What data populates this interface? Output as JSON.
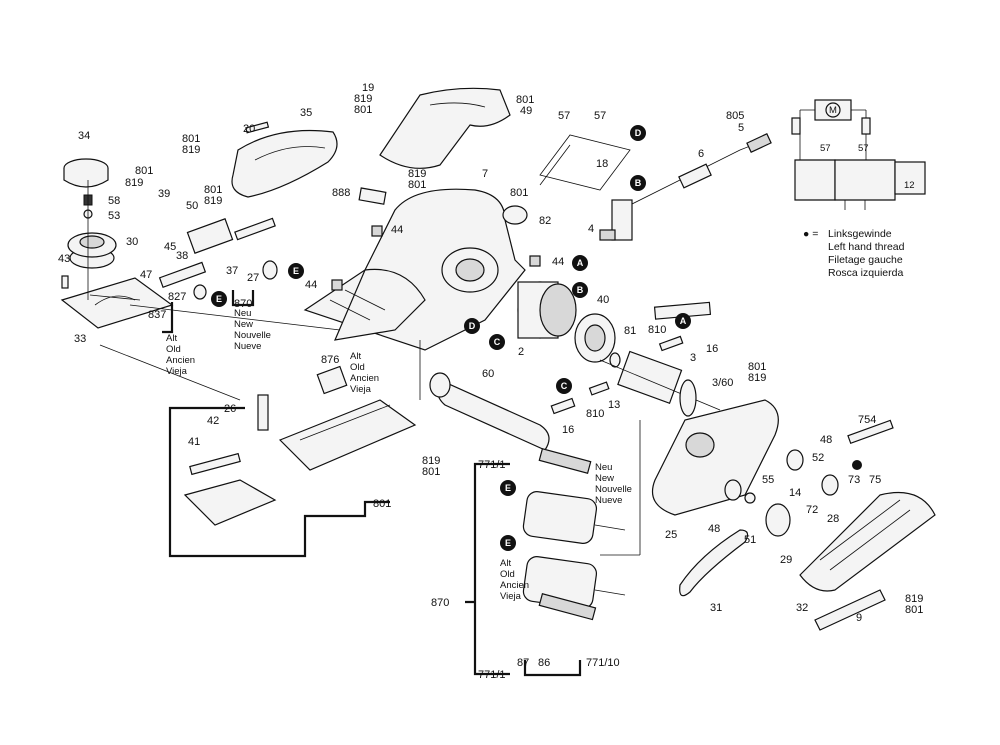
{
  "diagram": {
    "part_labels": [
      "19",
      "819",
      "801",
      "801",
      "49",
      "35",
      "20",
      "801",
      "819",
      "34",
      "801",
      "819",
      "39",
      "801",
      "819",
      "50",
      "58",
      "53",
      "30",
      "43",
      "47",
      "45",
      "38",
      "37",
      "27",
      "870",
      "Neu",
      "New",
      "Nouvelle",
      "Nueve",
      "827",
      "837",
      "Alt",
      "Old",
      "Ancien",
      "Vieja",
      "33",
      "888",
      "801",
      "82",
      "44",
      "44",
      "44",
      "7",
      "819",
      "801",
      "57",
      "57",
      "18",
      "4",
      "805",
      "5",
      "6",
      "40",
      "81",
      "810",
      "16",
      "2",
      "3",
      "801",
      "819",
      "3/60",
      "60",
      "810",
      "13",
      "16",
      "876",
      "Alt",
      "Old",
      "Ancien",
      "Vieja",
      "26",
      "42",
      "41",
      "819",
      "801",
      "801",
      "771/1",
      "Neu",
      "New",
      "Nouvelle",
      "Nueve",
      "870",
      "Alt",
      "Old",
      "Ancien",
      "Vieja",
      "87",
      "86",
      "771/10",
      "771/1",
      "25",
      "48",
      "52",
      "55",
      "14",
      "73",
      "75",
      "754",
      "48",
      "51",
      "72",
      "28",
      "29",
      "31",
      "32",
      "9",
      "819",
      "801",
      "12",
      "57",
      "57",
      "M"
    ],
    "badges": [
      "D",
      "B",
      "A",
      "B",
      "D",
      "C",
      "A",
      "C",
      "E",
      "E",
      "E",
      "E"
    ],
    "legend": {
      "symbol": "● =",
      "lines": [
        "Linksgewinde",
        "Left hand thread",
        "Filetage gauche",
        "Rosca izquierda"
      ]
    }
  }
}
